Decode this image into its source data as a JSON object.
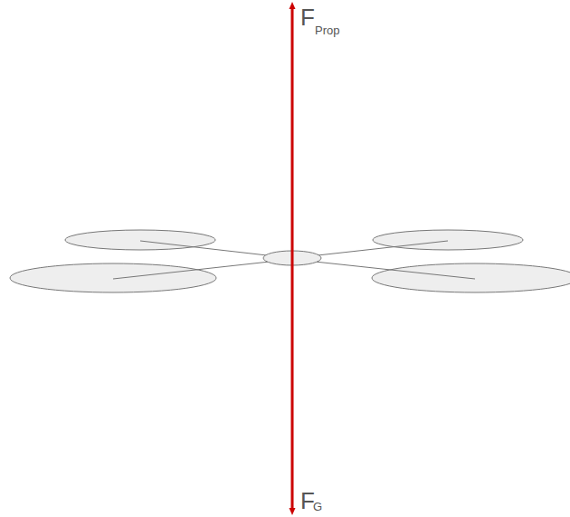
{
  "diagram": {
    "labels": [
      "F",
      "Prop",
      "F",
      "G"
    ]
  }
}
